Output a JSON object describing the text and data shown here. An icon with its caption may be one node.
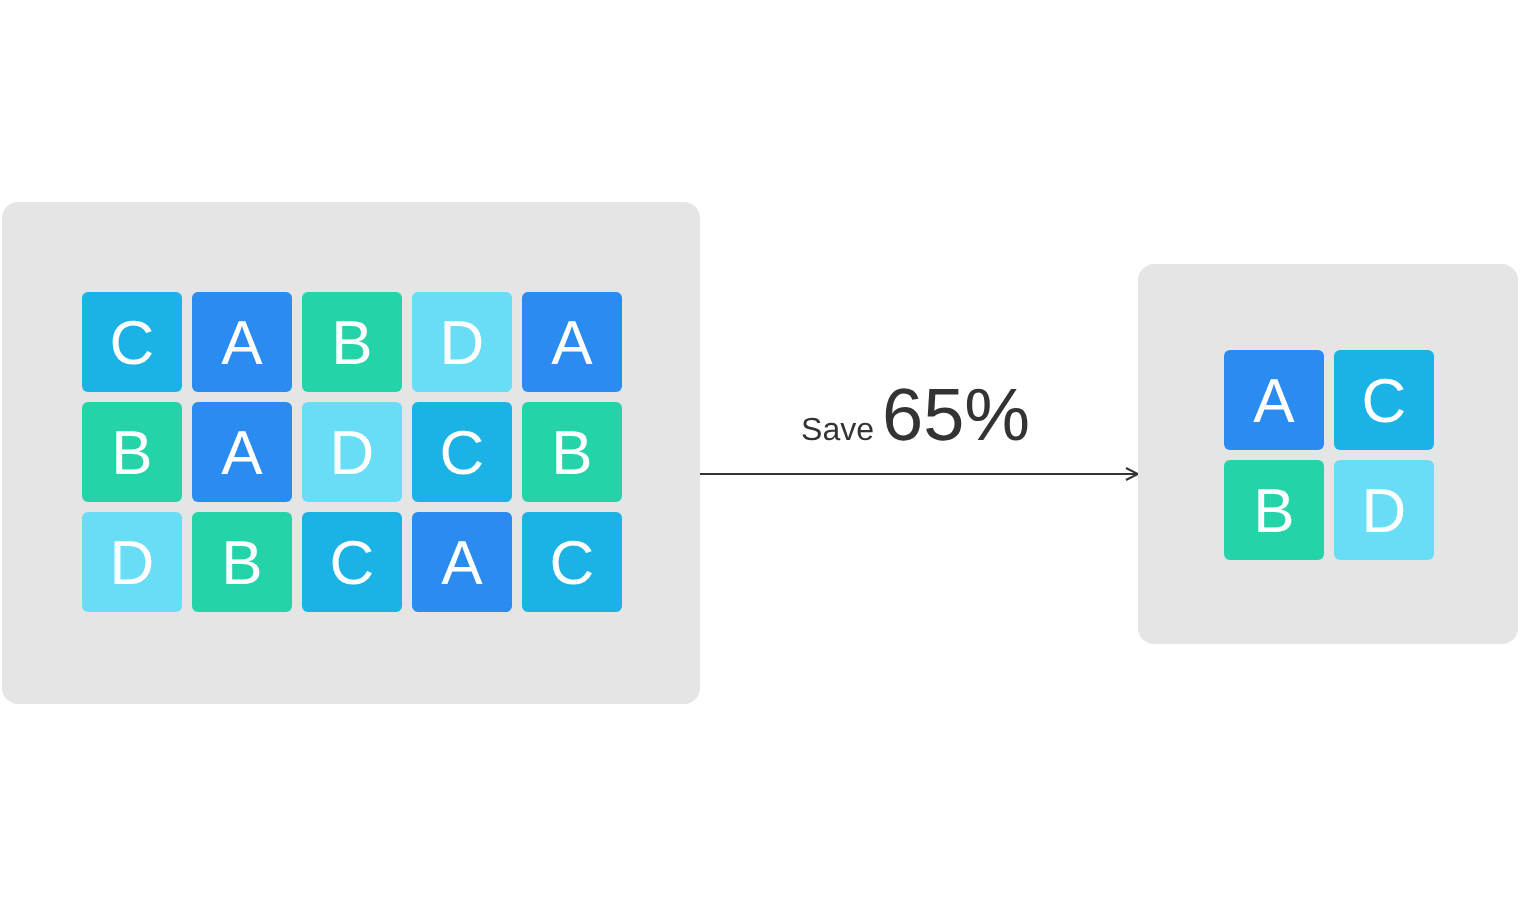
{
  "diagram": {
    "nodes": [
      {
        "text": [],
        "shape": "box"
      },
      {
        "text": [
          "C"
        ],
        "in": 0
      },
      {
        "text": [
          "A"
        ],
        "in": 0
      },
      {
        "text": [
          "B"
        ],
        "in": 0
      },
      {
        "text": [
          "D"
        ],
        "in": 0
      },
      {
        "text": [
          "A"
        ],
        "in": 0
      },
      {
        "text": [
          "B"
        ],
        "in": 0
      },
      {
        "text": [
          "A"
        ],
        "in": 0
      },
      {
        "text": [
          "D"
        ],
        "in": 0
      },
      {
        "text": [
          "C"
        ],
        "in": 0
      },
      {
        "text": [
          "B"
        ],
        "in": 0
      },
      {
        "text": [
          "D"
        ],
        "in": 0
      },
      {
        "text": [
          "B"
        ],
        "in": 0
      },
      {
        "text": [
          "C"
        ],
        "in": 0
      },
      {
        "text": [
          "A"
        ],
        "in": 0
      },
      {
        "text": [
          "C"
        ],
        "in": 0
      },
      {
        "text": [],
        "shape": "box"
      },
      {
        "text": [
          "A"
        ],
        "in": 16
      },
      {
        "text": [
          "C"
        ],
        "in": 16
      },
      {
        "text": [
          "B"
        ],
        "in": 16
      },
      {
        "text": [
          "D"
        ],
        "in": 16
      }
    ],
    "edges": [
      {
        "from": 0,
        "to": 16,
        "arrow": "to",
        "label": "65%"
      }
    ],
    "labels": [
      "Save"
    ]
  }
}
